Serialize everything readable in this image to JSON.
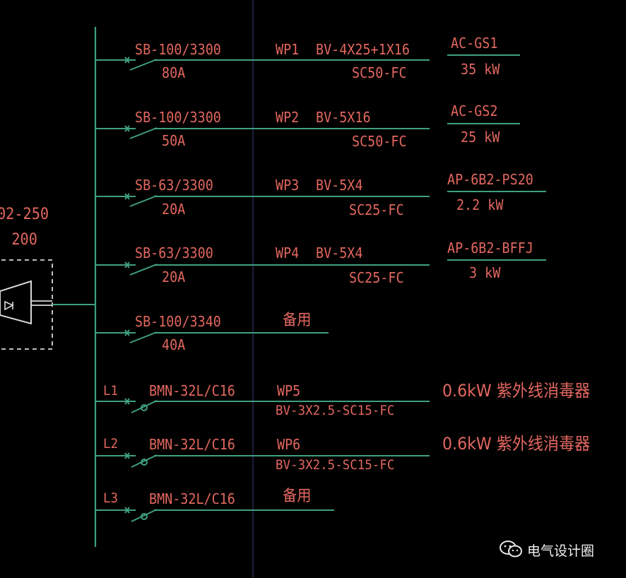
{
  "incoming": {
    "line1": "02-250",
    "line2": ": 200"
  },
  "circuits": [
    {
      "breaker": "SB-100/3300",
      "rating": "80A",
      "circuit": "WP1",
      "cable": "BV-4X25+1X16",
      "conduit": "SC50-FC",
      "load_name": "AC-GS1",
      "load_power": "35 kW"
    },
    {
      "breaker": "SB-100/3300",
      "rating": "50A",
      "circuit": "WP2",
      "cable": "BV-5X16",
      "conduit": "SC50-FC",
      "load_name": "AC-GS2",
      "load_power": "25 kW"
    },
    {
      "breaker": "SB-63/3300",
      "rating": "20A",
      "circuit": "WP3",
      "cable": "BV-5X4",
      "conduit": "SC25-FC",
      "load_name": "AP-6B2-PS20",
      "load_power": "2.2 kW"
    },
    {
      "breaker": "SB-63/3300",
      "rating": "20A",
      "circuit": "WP4",
      "cable": "BV-5X4",
      "conduit": "SC25-FC",
      "load_name": "AP-6B2-BFFJ",
      "load_power": "3 kW"
    },
    {
      "breaker": "SB-100/3340",
      "rating": "40A",
      "spare": "备用"
    }
  ],
  "lighting": [
    {
      "phase": "L1",
      "breaker": "BMN-32L/C16",
      "circuit": "WP5",
      "cable": "BV-3X2.5-SC15-FC",
      "load": "0.6kW 紫外线消毒器"
    },
    {
      "phase": "L2",
      "breaker": "BMN-32L/C16",
      "circuit": "WP6",
      "cable": "BV-3X2.5-SC15-FC",
      "load": "0.6kW 紫外线消毒器"
    },
    {
      "phase": "L3",
      "breaker": "BMN-32L/C16",
      "spare": "备用"
    }
  ],
  "watermark": {
    "label": "电气设计圈",
    "icon": "wechat-icon"
  },
  "colors": {
    "background": "#000000",
    "line": "#3fa07e",
    "text": "#e2675f",
    "dashed_box": "#d8d8d8"
  }
}
